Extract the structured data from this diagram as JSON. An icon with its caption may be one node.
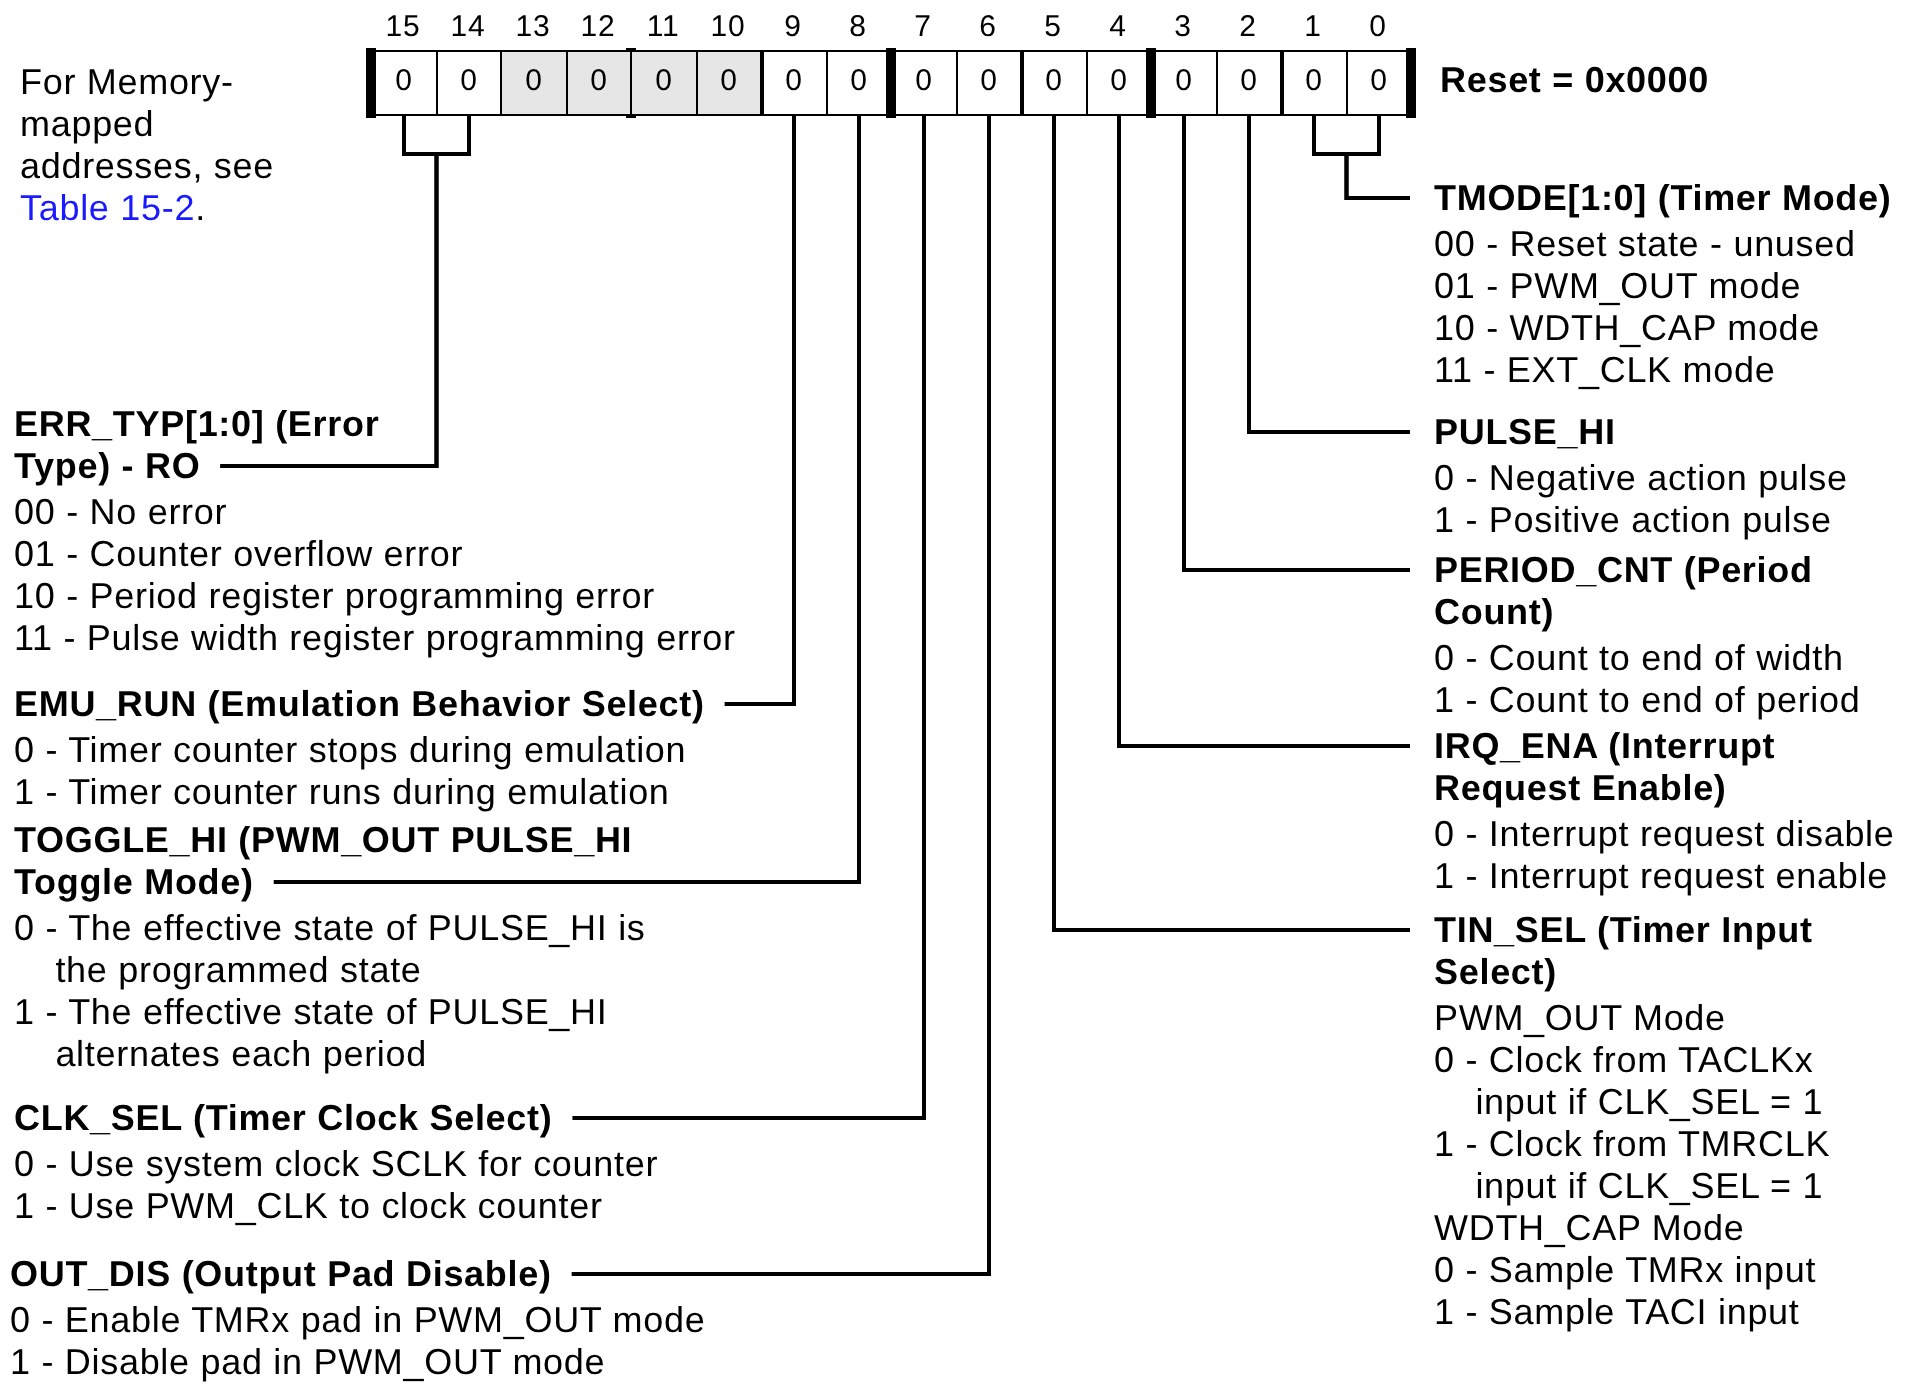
{
  "diagram": {
    "nodes": [
      {
        "text": [
          "0"
        ],
        "beside": [
          "15"
        ]
      },
      {
        "text": [
          "0"
        ],
        "beside": [
          "14"
        ]
      },
      {
        "text": [
          "0"
        ],
        "beside": [
          "13"
        ]
      },
      {
        "text": [
          "0"
        ],
        "beside": [
          "12"
        ]
      },
      {
        "text": [
          "0"
        ],
        "beside": [
          "11"
        ]
      },
      {
        "text": [
          "0"
        ],
        "beside": [
          "10"
        ]
      },
      {
        "text": [
          "0"
        ],
        "beside": [
          "9"
        ]
      },
      {
        "text": [
          "0"
        ],
        "beside": [
          "8"
        ]
      },
      {
        "text": [
          "0"
        ],
        "beside": [
          "7"
        ]
      },
      {
        "text": [
          "0"
        ],
        "beside": [
          "6"
        ]
      },
      {
        "text": [
          "0"
        ],
        "beside": [
          "5"
        ]
      },
      {
        "text": [
          "0"
        ],
        "beside": [
          "4"
        ]
      },
      {
        "text": [
          "0"
        ],
        "beside": [
          "3"
        ]
      },
      {
        "text": [
          "0"
        ],
        "beside": [
          "2"
        ]
      },
      {
        "text": [
          "0"
        ],
        "beside": [
          "1"
        ]
      },
      {
        "text": [
          "0"
        ],
        "beside": [
          "0"
        ]
      },
      {
        "text": [
          "ERR_TYP[1:0] (Error Type) - RO",
          "00 - No error",
          "01 - Counter overflow error",
          "10 - Period register programming error",
          "11 - Pulse width register programming error"
        ]
      },
      {
        "text": [
          "EMU_RUN (Emulation Behavior Select)",
          "0 - Timer counter stops during emulation",
          "1 - Timer counter runs during emulation"
        ]
      },
      {
        "text": [
          "TOGGLE_HI (PWM_OUT PULSE_HI Toggle Mode)",
          "0 - The effective state of PULSE_HI is the programmed state",
          "1 - The effective state of PULSE_HI alternates each period"
        ]
      },
      {
        "text": [
          "CLK_SEL (Timer Clock Select)",
          "0 - Use system clock SCLK for counter",
          "1 - Use PWM_CLK to clock counter"
        ]
      },
      {
        "text": [
          "OUT_DIS (Output Pad Disable)",
          "0 - Enable TMRx pad in PWM_OUT mode",
          "1 - Disable pad in PWM_OUT mode"
        ]
      },
      {
        "text": [
          "TMODE[1:0] (Timer Mode)",
          "00 - Reset state - unused",
          "01 - PWM_OUT mode",
          "10 - WDTH_CAP mode",
          "11 - EXT_CLK mode"
        ]
      },
      {
        "text": [
          "PULSE_HI",
          "0 - Negative action pulse",
          "1 - Positive action pulse"
        ]
      },
      {
        "text": [
          "PERIOD_CNT (Period Count)",
          "0 - Count to end of width",
          "1 - Count to end of period"
        ]
      },
      {
        "text": [
          "IRQ_ENA (Interrupt Request Enable)",
          "0 - Interrupt request disable",
          "1 - Interrupt request enable"
        ]
      },
      {
        "text": [
          "TIN_SEL (Timer Input Select)",
          "PWM_OUT Mode",
          "0 - Clock from TACLKx input if CLK_SEL = 1",
          "1 - Clock from TMRCLK input if CLK_SEL = 1",
          "WDTH_CAP Mode",
          "0 - Sample TMRx input",
          "1 - Sample TACI input"
        ]
      }
    ],
    "edges": [
      {
        "from": 16,
        "to": 0,
        "arrow": "none"
      },
      {
        "from": 16,
        "to": 1,
        "arrow": "none"
      },
      {
        "from": 17,
        "to": 6,
        "arrow": "none"
      },
      {
        "from": 18,
        "to": 7,
        "arrow": "none"
      },
      {
        "from": 19,
        "to": 8,
        "arrow": "none"
      },
      {
        "from": 20,
        "to": 9,
        "arrow": "none"
      },
      {
        "from": 21,
        "to": 14,
        "arrow": "none"
      },
      {
        "from": 21,
        "to": 15,
        "arrow": "none"
      },
      {
        "from": 22,
        "to": 13,
        "arrow": "none"
      },
      {
        "from": 23,
        "to": 12,
        "arrow": "none"
      },
      {
        "from": 24,
        "to": 11,
        "arrow": "none"
      },
      {
        "from": 25,
        "to": 10,
        "arrow": "none"
      }
    ],
    "labels": [
      "For Memory-mapped addresses, see Table 15-2.",
      "Reset = 0x0000"
    ]
  }
}
